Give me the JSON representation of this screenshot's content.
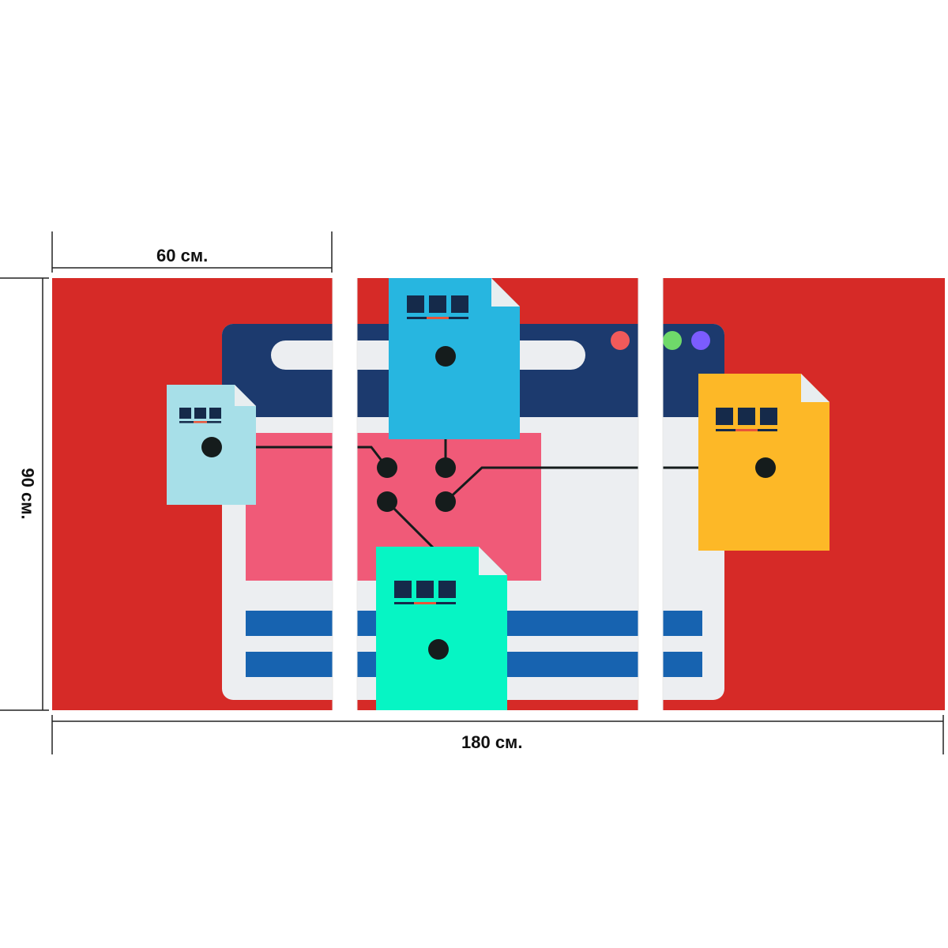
{
  "dimensions": {
    "panel_width": "60 см.",
    "height": "90 см.",
    "total_width": "180 см."
  },
  "colors": {
    "background": "#d62a27",
    "browser_header": "#1c3a6e",
    "browser_body": "#eceef1",
    "hero_block": "#f05a78",
    "text_bars": "#1763b0",
    "doc_light_blue": "#a7dfe8",
    "doc_blue": "#27b6e0",
    "doc_orange": "#fdb827",
    "doc_green": "#06f5c4",
    "node": "#151c1c",
    "dot_red": "#f05a5a",
    "dot_green": "#6fd96a",
    "dot_purple": "#7b5cff"
  },
  "icons": [
    "document-icon",
    "browser-window-icon",
    "connection-node-icon"
  ]
}
